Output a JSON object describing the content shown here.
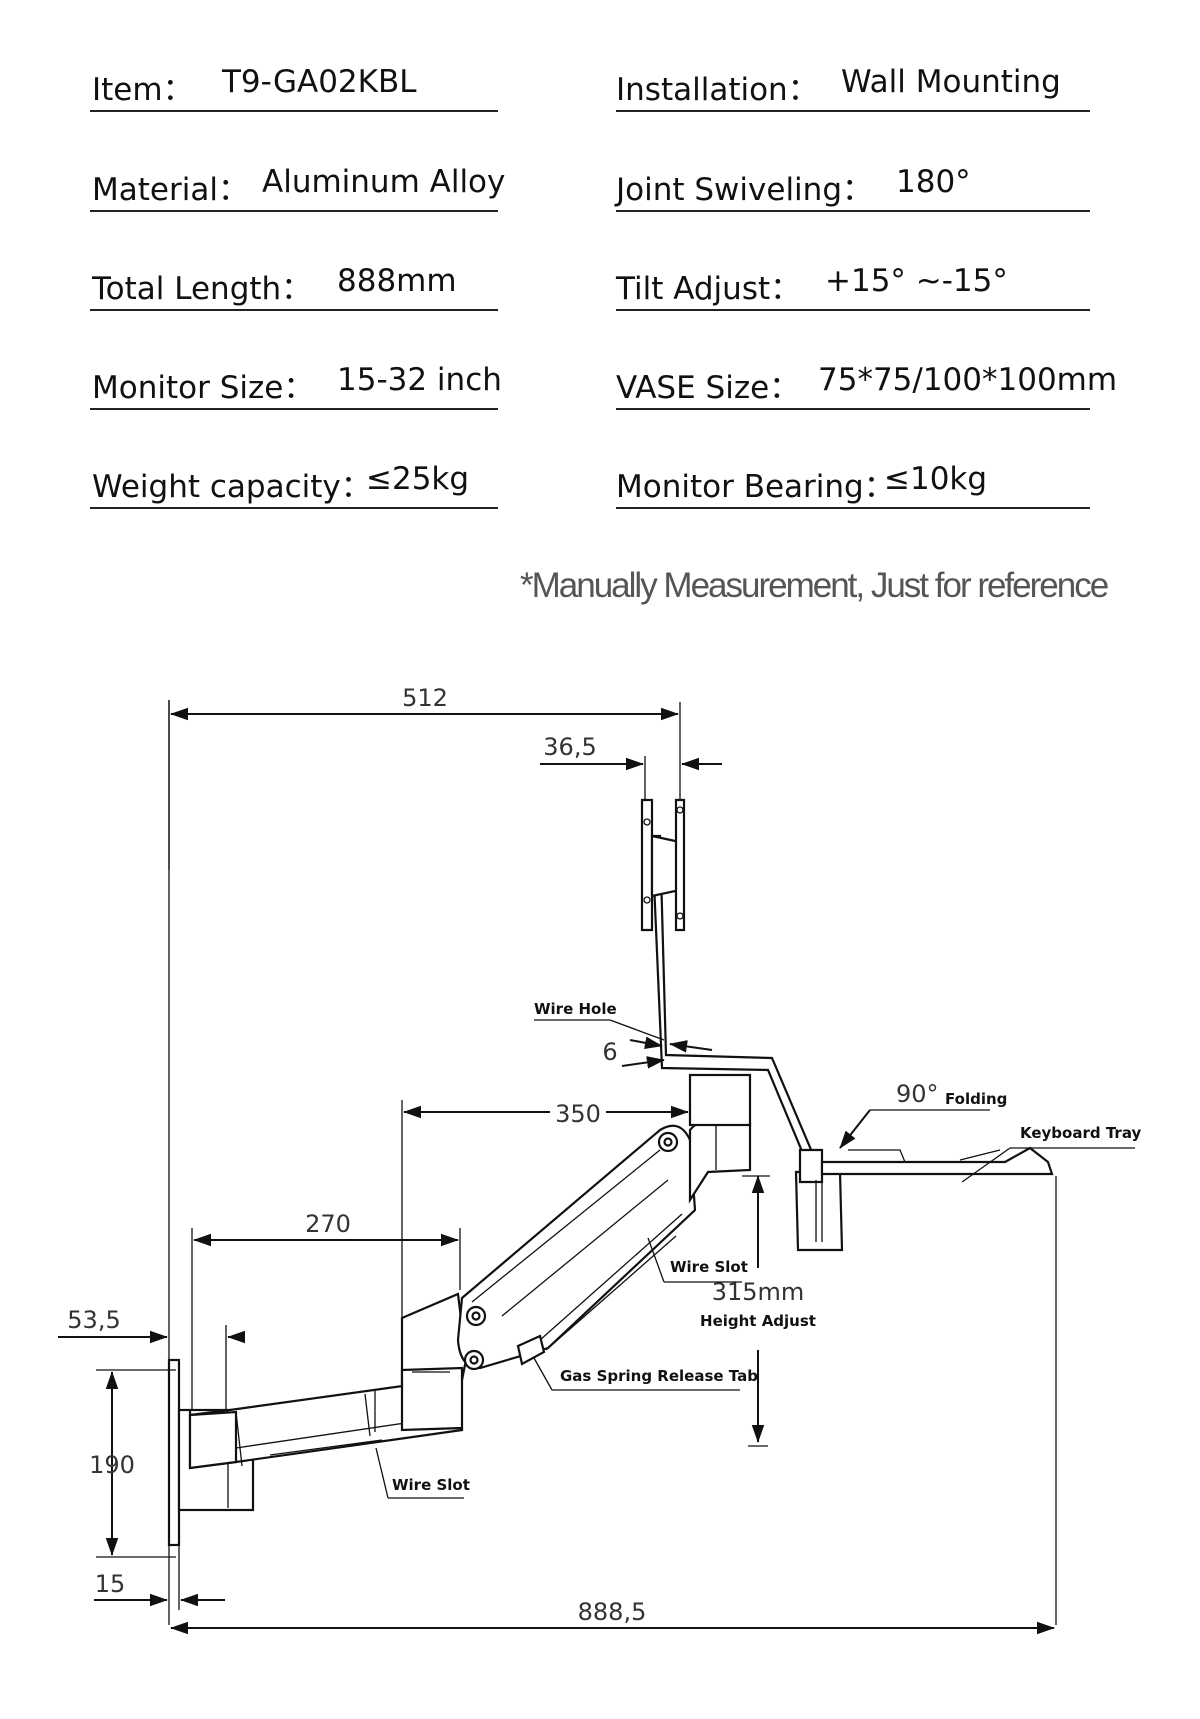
{
  "specs": {
    "left": [
      {
        "label": "Item：",
        "value": "T9-GA02KBL"
      },
      {
        "label": "Material：",
        "value": "Aluminum Alloy"
      },
      {
        "label": "Total Length：",
        "value": "888mm"
      },
      {
        "label": "Monitor Size：",
        "value": "15-32 inch"
      },
      {
        "label": "Weight capacity：",
        "value": "≤25kg"
      }
    ],
    "right": [
      {
        "label": "Installation：",
        "value": "Wall Mounting"
      },
      {
        "label": "Joint Swiveling：",
        "value": "180°"
      },
      {
        "label": "Tilt Adjust：",
        "value": "+15° ~-15°"
      },
      {
        "label": "VASE Size：",
        "value": "75*75/100*100mm"
      },
      {
        "label": "Monitor Bearing：",
        "value": "≤10kg"
      }
    ]
  },
  "note": "*Manually Measurement, Just for reference",
  "diagram": {
    "dimensions": {
      "d512": "512",
      "d36_5": "36,5",
      "d6": "6",
      "d350": "350",
      "d270": "270",
      "d53_5": "53,5",
      "d190": "190",
      "d15": "15",
      "d888_5": "888,5",
      "d315": "315mm",
      "d90": "90°"
    },
    "callouts": {
      "wire_hole": "Wire Hole",
      "folding": "Folding",
      "keyboard_tray": "Keyboard Tray",
      "wire_slot_upper": "Wire Slot",
      "height_adjust": "Height Adjust",
      "gas_spring": "Gas Spring Release Tab",
      "wire_slot_lower": "Wire Slot"
    }
  }
}
